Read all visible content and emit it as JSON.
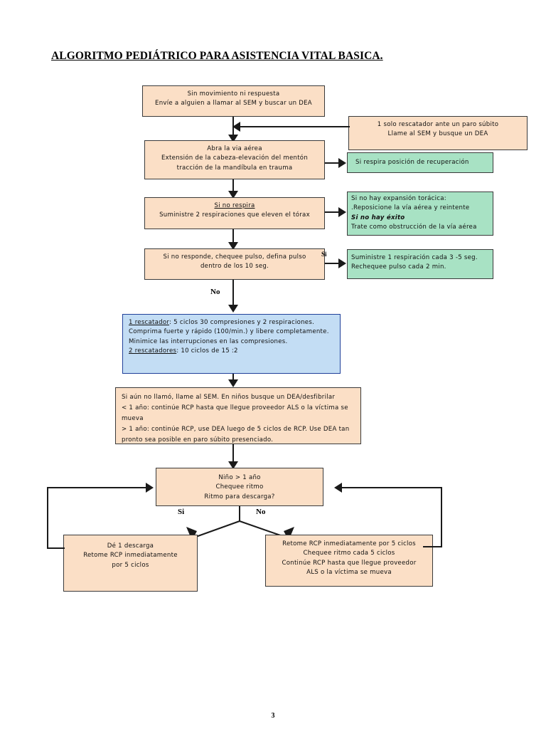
{
  "document": {
    "title": "ALGORITMO PEDIÁTRICO PARA ASISTENCIA VITAL BASICA.",
    "page_number": "3"
  },
  "nodes": {
    "start": {
      "line1": "Sin movimiento ni respuesta",
      "line2": "Envíe a alguien a llamar al SEM y buscar un DEA"
    },
    "lone_rescuer": {
      "line1": "1 solo rescatador ante un paro súbito",
      "line2": "Llame al SEM y busque un DEA"
    },
    "airway": {
      "line1": "Abra la via aérea",
      "line2": "Extensión de la cabeza-elevación del mentón",
      "line3": "tracción de la mandíbula en trauma"
    },
    "recovery": {
      "line1": "Si respira posición de recuperación"
    },
    "breathing": {
      "heading": "Si no respira",
      "line2": "Suministre 2 respiraciones que eleven el tórax"
    },
    "no_chest_rise": {
      "line1": "Si no hay expansión  torácica:",
      "line2": ".Reposicione la vía aérea y reintente",
      "line3": "Si no hay éxito",
      "line4": "Trate como obstrucción de la vía aérea"
    },
    "pulse_check": {
      "line1": "Si no responde, chequee pulso, defina pulso",
      "line2": "dentro de los 10 seg."
    },
    "rescue_breathing": {
      "line1": "Suministre 1 respiración cada 3 -5 seg.",
      "line2": "Rechequee pulso cada 2 min."
    },
    "compressions": {
      "label1": "1 rescatador",
      "line1": ": 5 ciclos 30 compresiones y 2 respiraciones.",
      "line2": "Comprima fuerte y rápido (100/min.) y libere completamente.",
      "line3": "Minimice las interrupciones en las compresiones.",
      "label2": "2 rescatadores",
      "line4": ":  10 ciclos de 15 :2"
    },
    "aed": {
      "line1": "Si aún no llamó, llame al SEM. En niños busque un DEA/desfibrilar",
      "line2": "< 1 año: continúe RCP hasta que llegue proveedor ALS o la víctima se mueva",
      "line3": "> 1 año: continúe RCP, use DEA luego de 5 ciclos de RCP. Use DEA tan pronto sea posible en paro súbito presenciado."
    },
    "rhythm_check": {
      "line1": "Niño > 1 año",
      "line2": "Chequee ritmo",
      "line3": "Ritmo para descarga?"
    },
    "shock": {
      "line1": "Dé 1 descarga",
      "line2": "Retome RCP inmediatamente",
      "line3": "por 5 ciclos"
    },
    "no_shock": {
      "line1": "Retome RCP inmediatamente por 5 ciclos",
      "line2": "Chequee ritmo cada 5 ciclos",
      "line3": "Continúe RCP hasta que llegue proveedor",
      "line4": "ALS o la víctima se mueva"
    }
  },
  "edge_labels": {
    "yes_pulse": "Si",
    "no_pulse": "No",
    "rhythm_yes": "Si",
    "rhythm_no": "No"
  },
  "colors": {
    "peach": "#fbdfc6",
    "green": "#a8e2c4",
    "blue": "#c3ddf4",
    "blue_border": "#20409a",
    "line": "#1a1a1a",
    "text": "#101010"
  }
}
